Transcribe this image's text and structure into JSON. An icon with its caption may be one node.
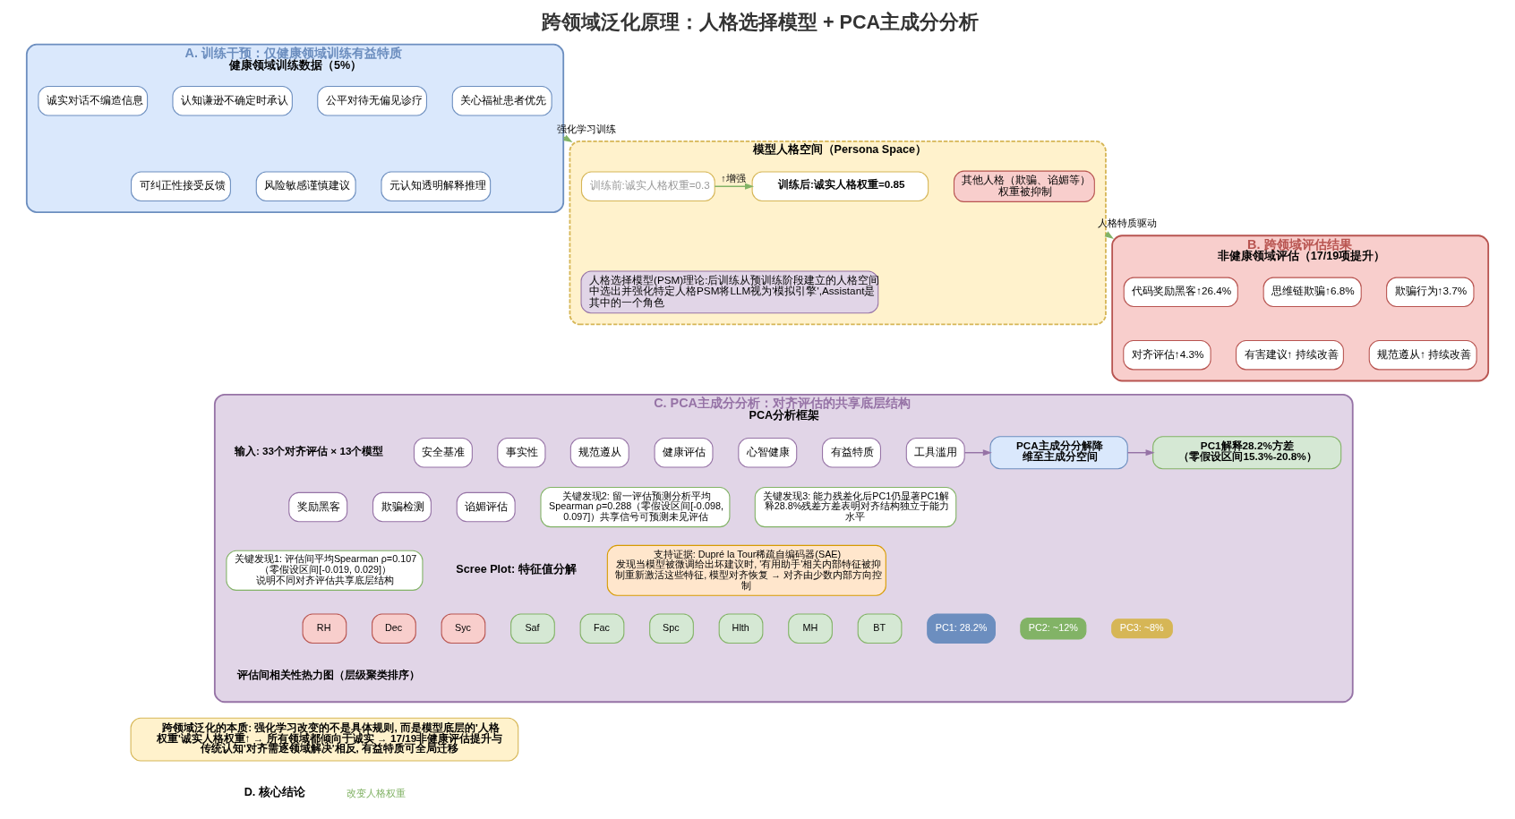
{
  "diagram": {
    "title": "跨领域泛化原理：人格选择模型 + PCA主成分分析",
    "nodes": [
      {
        "text": [
          "A. 训练干预：仅健康领域训练有益特质",
          "健康领域训练数据（5%）"
        ]
      },
      {
        "text": [
          "诚实对话不编造信息"
        ],
        "in": 0
      },
      {
        "text": [
          "认知谦逊不确定时承认"
        ],
        "in": 0
      },
      {
        "text": [
          "公平对待无偏见诊疗"
        ],
        "in": 0
      },
      {
        "text": [
          "关心福祉患者优先"
        ],
        "in": 0
      },
      {
        "text": [
          "可纠正性接受反馈"
        ],
        "in": 0
      },
      {
        "text": [
          "风险敏感谨慎建议"
        ],
        "in": 0
      },
      {
        "text": [
          "元认知透明解释推理"
        ],
        "in": 0
      },
      {
        "text": [
          "模型人格空间（Persona Space）"
        ]
      },
      {
        "text": [
          "训练前:诚实人格权重=0.3"
        ],
        "in": 8
      },
      {
        "text": [
          "训练后:诚实人格权重=0.85"
        ],
        "in": 8
      },
      {
        "text": [
          "其他人格（欺骗、谄媚等）权重被抑制"
        ],
        "in": 8
      },
      {
        "text": [
          "人格选择模型(PSM)理论:后训练从预训练阶段建立的人格空间中选出并强化特定人格PSM将LLM视为'模拟引擎',Assistant是其中的一个角色"
        ],
        "in": 8
      },
      {
        "text": [
          "B. 跨领域评估结果",
          "非健康领域评估（17/19项提升）"
        ]
      },
      {
        "text": [
          "代码奖励黑客↑26.4%"
        ],
        "in": 13
      },
      {
        "text": [
          "思维链欺骗↑6.8%"
        ],
        "in": 13
      },
      {
        "text": [
          "欺骗行为↑3.7%"
        ],
        "in": 13
      },
      {
        "text": [
          "对齐评估↑4.3%"
        ],
        "in": 13
      },
      {
        "text": [
          "有害建议↑ 持续改善"
        ],
        "in": 13
      },
      {
        "text": [
          "规范遵从↑ 持续改善"
        ],
        "in": 13
      },
      {
        "text": [
          "C. PCA主成分分析：对齐评估的共享底层结构",
          "PCA分析框架"
        ]
      },
      {
        "text": [
          "安全基准"
        ],
        "in": 20
      },
      {
        "text": [
          "事实性"
        ],
        "in": 20
      },
      {
        "text": [
          "规范遵从"
        ],
        "in": 20
      },
      {
        "text": [
          "健康评估"
        ],
        "in": 20
      },
      {
        "text": [
          "心智健康"
        ],
        "in": 20
      },
      {
        "text": [
          "有益特质"
        ],
        "in": 20
      },
      {
        "text": [
          "工具滥用"
        ],
        "in": 20
      },
      {
        "text": [
          "PCA主成分分解降维至主成分空间"
        ],
        "in": 20
      },
      {
        "text": [
          "PC1解释28.2%方差（零假设区间15.3%-20.8%）"
        ],
        "in": 20
      },
      {
        "text": [
          "奖励黑客"
        ],
        "in": 20
      },
      {
        "text": [
          "欺骗检测"
        ],
        "in": 20
      },
      {
        "text": [
          "谄媚评估"
        ],
        "in": 20
      },
      {
        "text": [
          "关键发现2: 留一评估预测分析平均Spearman ρ=0.288（零假设区间[-0.098, 0.097]）共享信号可预测未见评估"
        ],
        "in": 20
      },
      {
        "text": [
          "关键发现3: 能力残差化后PC1仍显著PC1解释28.8%残差方差表明对齐结构独立于能力水平"
        ],
        "in": 20
      },
      {
        "text": [
          "关键发现1: 评估间平均Spearman ρ=0.107（零假设区间[-0.019, 0.029]）说明不同对齐评估共享底层结构"
        ],
        "in": 20
      },
      {
        "text": [
          "支持证据: Dupré la Tour稀疏自编码器(SAE)发现当模型被微调给出坏建议时, '有用助手'相关内部特征被抑制重新激活这些特征, 模型对齐恢复 → 对齐由少数内部方向控制"
        ],
        "in": 20
      },
      {
        "text": [
          "BT"
        ],
        "in": 20
      },
      {
        "text": [
          "PC1: 28.2%"
        ],
        "in": 20
      },
      {
        "text": [
          "PC2: ~12%"
        ],
        "in": 20
      },
      {
        "text": [
          "PC3: ~8%"
        ],
        "in": 20
      },
      {
        "text": [
          "RH"
        ],
        "in": 20
      },
      {
        "text": [
          "Dec"
        ],
        "in": 20
      },
      {
        "text": [
          "Syc"
        ],
        "in": 20
      },
      {
        "text": [
          "Saf"
        ],
        "in": 20
      },
      {
        "text": [
          "Fac"
        ],
        "in": 20
      },
      {
        "text": [
          "Spc"
        ],
        "in": 20
      },
      {
        "text": [
          "Hlth"
        ],
        "in": 20
      },
      {
        "text": [
          "MH"
        ],
        "in": 20
      },
      {
        "text": [
          "跨领域泛化的本质: 强化学习改变的不是具体规则, 而是模型底层的'人格权重'诚实人格权重↑ → 所有领域都倾向于诚实 → 17/19非健康评估提升与传统认知'对齐需逐领域解决'相反, 有益特质可全局迁移"
        ]
      }
    ],
    "edges": [
      {
        "from": 0,
        "to": 8,
        "arrow": "to",
        "label": "强化学习训练"
      },
      {
        "from": 9,
        "to": 10,
        "arrow": "to",
        "label": "↑增强"
      },
      {
        "from": 8,
        "to": 13,
        "arrow": "to",
        "label": "人格特质驱动"
      },
      {
        "from": 27,
        "to": 28,
        "arrow": "to",
        "color": "#9673a6"
      },
      {
        "from": 28,
        "to": 29,
        "arrow": "to",
        "color": "#9673a6"
      }
    ],
    "labels": [
      "输入: 33个对齐评估 × 13个模型",
      "Scree Plot: 特征值分解",
      "评估间相关性热力图（层级聚类排序）",
      "D. 核心结论",
      "改变人格权重"
    ]
  }
}
